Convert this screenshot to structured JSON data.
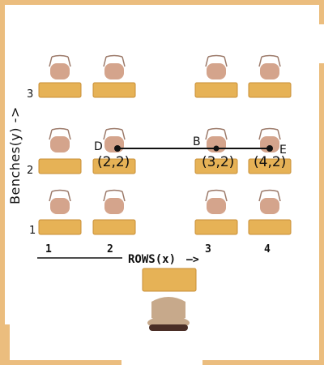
{
  "axes": {
    "y_title": "Benches(y) ->",
    "x_title": "ROWS(x)",
    "x_arrow": "—>",
    "x_labels": [
      "1",
      "2",
      "3",
      "4"
    ],
    "y_labels": [
      "1",
      "2",
      "3"
    ]
  },
  "points": [
    {
      "name": "D",
      "coord": "(2,2)"
    },
    {
      "name": "B",
      "coord": "(3,2)"
    },
    {
      "name": "E",
      "coord": "(4,2)"
    }
  ],
  "colors": {
    "wall": "#ebbd7e",
    "bench": "#e6b256",
    "bench_edge": "#c88f37",
    "chair": "#d4a48c",
    "chair_frame": "#9c7a6a",
    "teacher_chair": "#c7a98b",
    "line": "#111111"
  }
}
